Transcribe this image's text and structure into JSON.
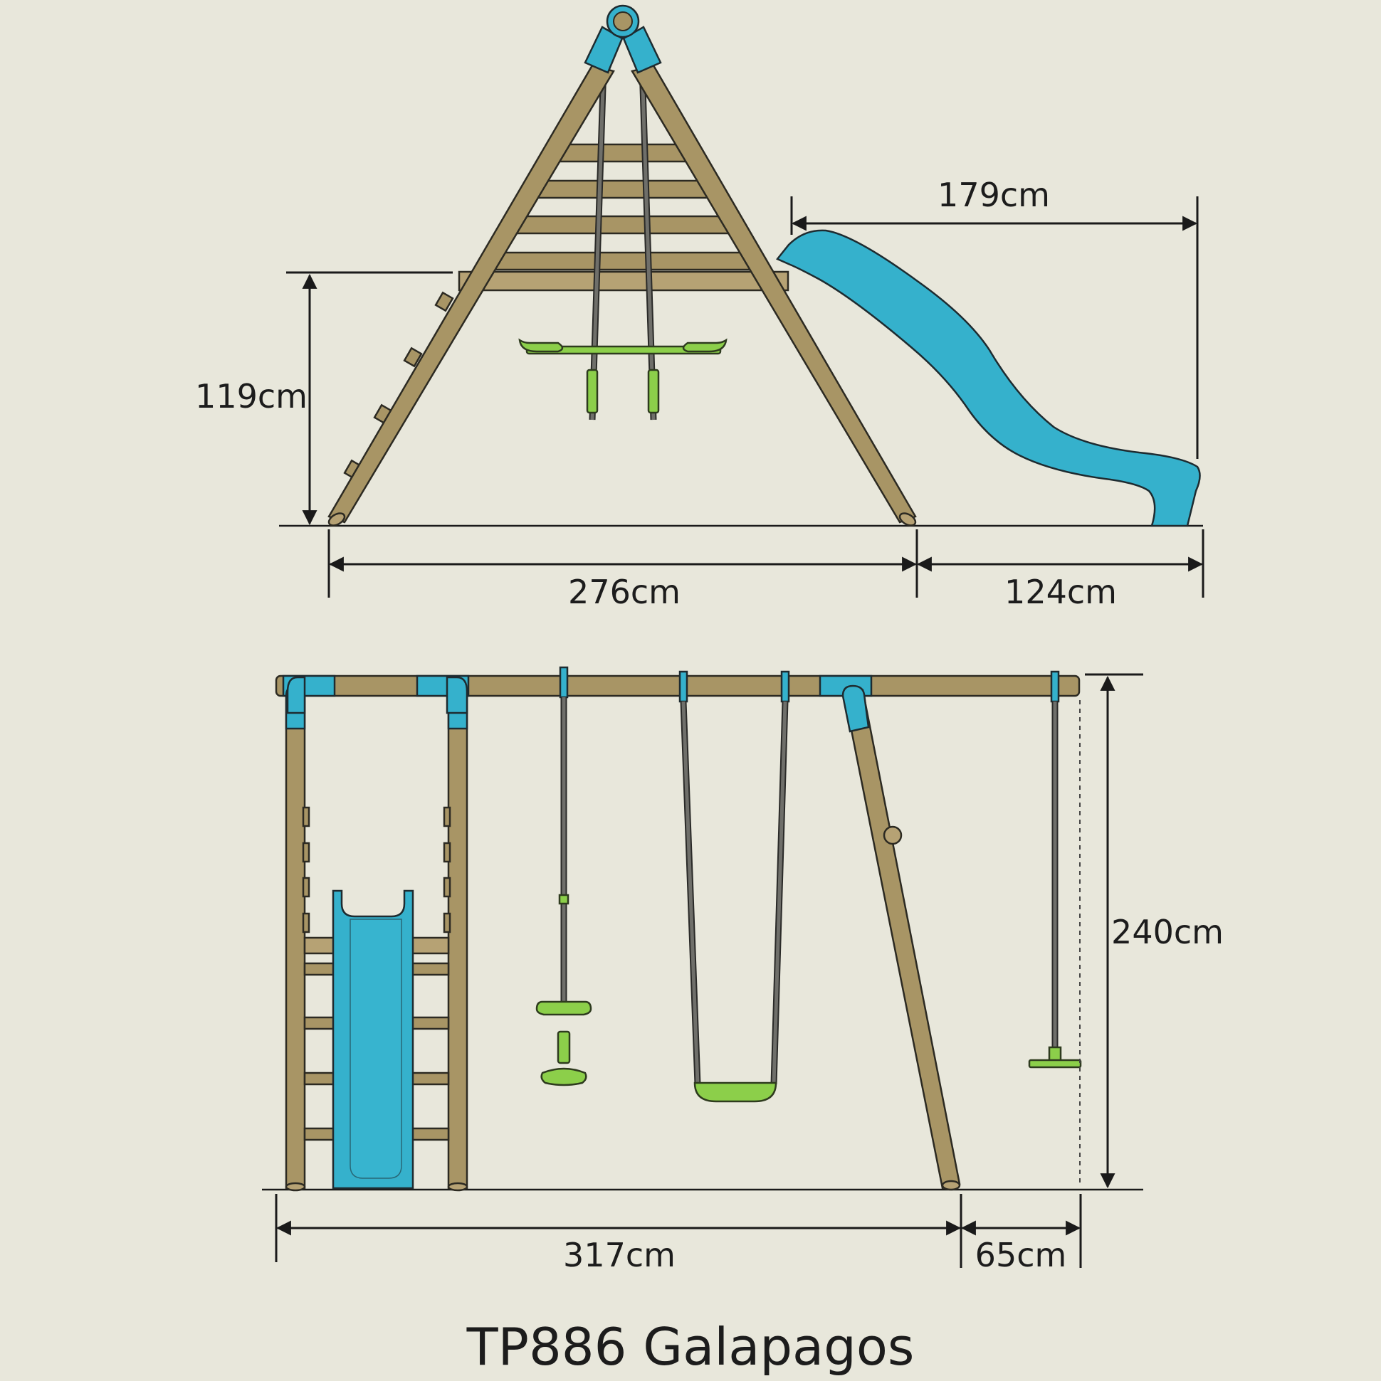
{
  "title": "TP886 Galapagos",
  "side_view": {
    "dim_slide_length": "179cm",
    "dim_platform_height": "119cm",
    "dim_frame_width": "276cm",
    "dim_slide_run": "124cm"
  },
  "front_view": {
    "dim_total_height": "240cm",
    "dim_frame_length": "317cm",
    "dim_overhang": "65cm"
  },
  "colors": {
    "background": "#e8e7db",
    "wood": "#a89565",
    "slide_blue": "#35b1cc",
    "seat_green": "#8ccf4a"
  }
}
